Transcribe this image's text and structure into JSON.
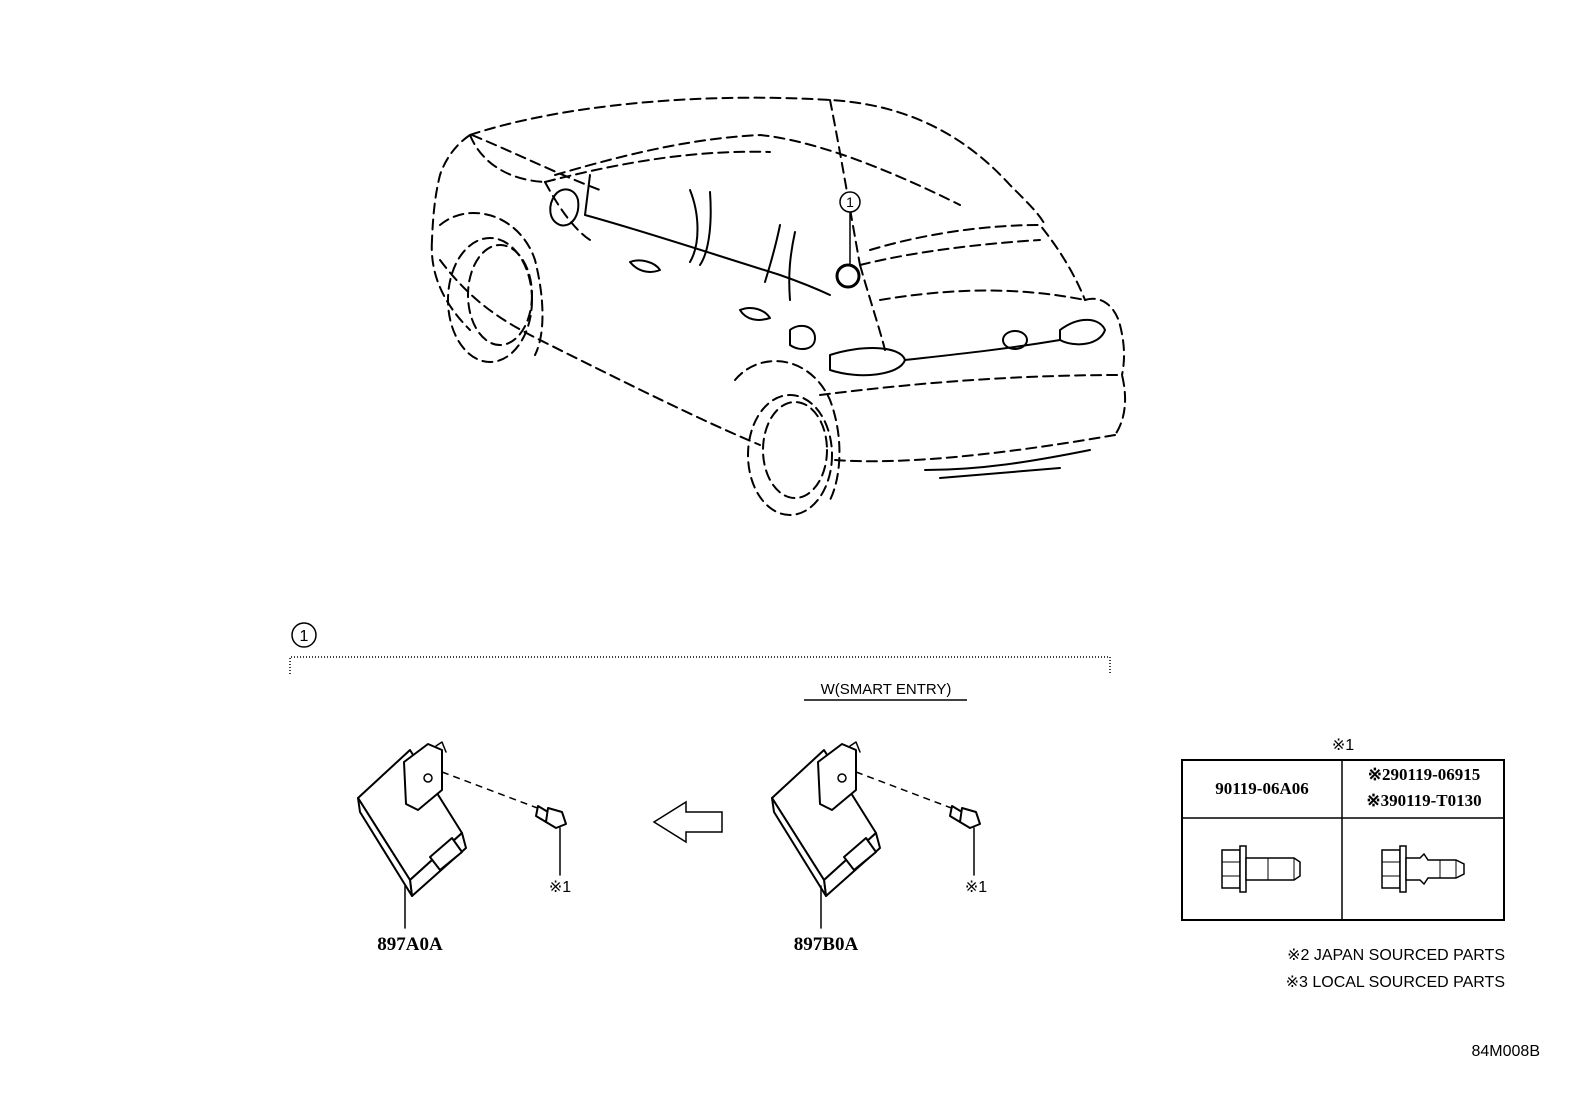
{
  "callout_number": "1",
  "variant_label": "W(SMART ENTRY)",
  "bolt_mark": "※1",
  "parts": {
    "left_unit": "897A0A",
    "right_unit": "897B0A"
  },
  "bolt_table": {
    "title": "※1",
    "left_part": "90119-06A06",
    "right_part_line1": "※290119-06915",
    "right_part_line2": "※390119-T0130"
  },
  "notes": {
    "line1": "※2 JAPAN SOURCED PARTS",
    "line2": "※3 LOCAL SOURCED PARTS"
  },
  "drawing_code": "84M008B"
}
